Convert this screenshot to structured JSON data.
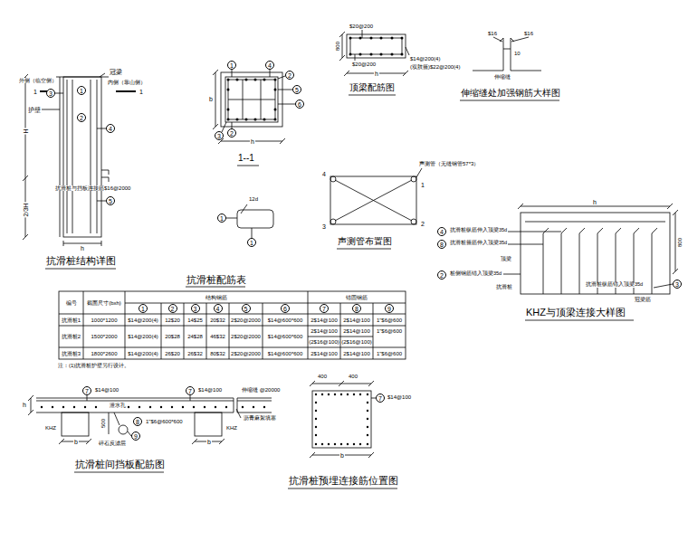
{
  "diagram": {
    "nodes": [
      {
        "text": [
          "3"
        ]
      },
      {
        "text": [
          "1"
        ]
      },
      {
        "text": [
          "2"
        ]
      },
      {
        "text": [
          "4"
        ]
      },
      {
        "text": [
          "5"
        ]
      },
      {
        "text": [
          "1"
        ]
      },
      {
        "text": [
          "4"
        ]
      },
      {
        "text": [
          "2"
        ]
      },
      {
        "text": [
          "5"
        ]
      },
      {
        "text": [
          "6"
        ]
      },
      {
        "text": [
          "2"
        ]
      },
      {
        "text": [
          "3"
        ]
      },
      {
        "text": [
          "1"
        ]
      },
      {
        "text": [
          "1"
        ]
      },
      {
        "text": [
          "1"
        ]
      },
      {
        "text": [
          "2"
        ]
      },
      {
        "text": [
          "3"
        ]
      },
      {
        "text": [
          "4"
        ]
      },
      {
        "text": [
          "5"
        ]
      },
      {
        "text": [
          "6"
        ]
      },
      {
        "text": [
          "7"
        ]
      },
      {
        "text": [
          "8"
        ]
      },
      {
        "text": [
          "9"
        ]
      },
      {
        "text": [
          "4"
        ]
      },
      {
        "text": [
          "8"
        ]
      },
      {
        "text": [
          "2"
        ]
      },
      {
        "text": [
          "3"
        ]
      },
      {
        "text": [
          "7"
        ]
      },
      {
        "text": [
          "7"
        ]
      },
      {
        "text": [
          "8"
        ]
      },
      {
        "text": [
          "9"
        ]
      },
      {
        "text": [
          "7"
        ]
      }
    ],
    "labels": [
      "冠梁",
      "外侧（临空侧）",
      "内侧（靠山侧）",
      "1",
      "1",
      "护壁",
      "H",
      "2/3H",
      "抗滑桩与挡板连接筋$16@2000",
      "h",
      "抗滑桩结构详图",
      "b",
      "h",
      "1--1",
      "12d",
      "$20@200",
      "800",
      "$14@200(4)",
      "(双肢箍)$22@200(4)",
      "$20@200",
      "h",
      "顶梁配筋图",
      "$16",
      "$16",
      "10",
      "伸缩缝",
      "伸缩缝处加强钢筋大样图",
      "声测管（无缝钢管57*3）",
      "4",
      "1",
      "3",
      "2",
      "声测管布置图",
      "h",
      "800",
      "抗滑桩纵筋伸入顶梁35d",
      "抗滑桩箍筋伸入顶梁35d",
      "桩侧钢筋锚入顶梁35d",
      "顶梁",
      "抗滑桩",
      "抗滑桩纵筋锚入顶梁35d",
      "冠梁筋",
      "KHZ与顶梁连接大样图",
      "抗滑桩配筋表",
      "编号",
      "截面尺寸(bxh)",
      "结构钢筋",
      "锚固钢筋",
      "抗滑桩1",
      "1000*1200",
      "$14@200(4)",
      "12$20",
      "14$25",
      "20$32",
      "2$20@2000",
      "$14@600*600",
      "2$14@100",
      "2$14@100",
      "1\"$6@600",
      "抗滑桩2",
      "1500*2000",
      "$14@200(4)",
      "20$28",
      "24$28",
      "46$32",
      "2$20@2000",
      "$14@600*600",
      "2$14@100",
      "2$14@100",
      "1\"$6@600",
      "(2$16@100)",
      "(2$16@100)",
      "抗滑桩3",
      "1800*2600",
      "$14@200(4)",
      "26$20",
      "26$32",
      "80$32",
      "2$20@2000",
      "$14@600*600",
      "2$14@100",
      "2$14@100",
      "1\"$6@600",
      "注：(1)抗滑桩护壁另行设计。",
      "$14@100",
      "$14@100",
      "泄水孔",
      "500",
      "碎石反滤层",
      "1\"$6@600*600",
      "伸缩缝 @20000",
      "沥青麻絮填塞",
      "KHZ",
      "KHZ",
      "b",
      "b",
      "h",
      "抗滑桩间挡板配筋图",
      "400",
      "400",
      "$14@100",
      "b",
      "抗滑桩预埋连接筋位置图"
    ]
  }
}
